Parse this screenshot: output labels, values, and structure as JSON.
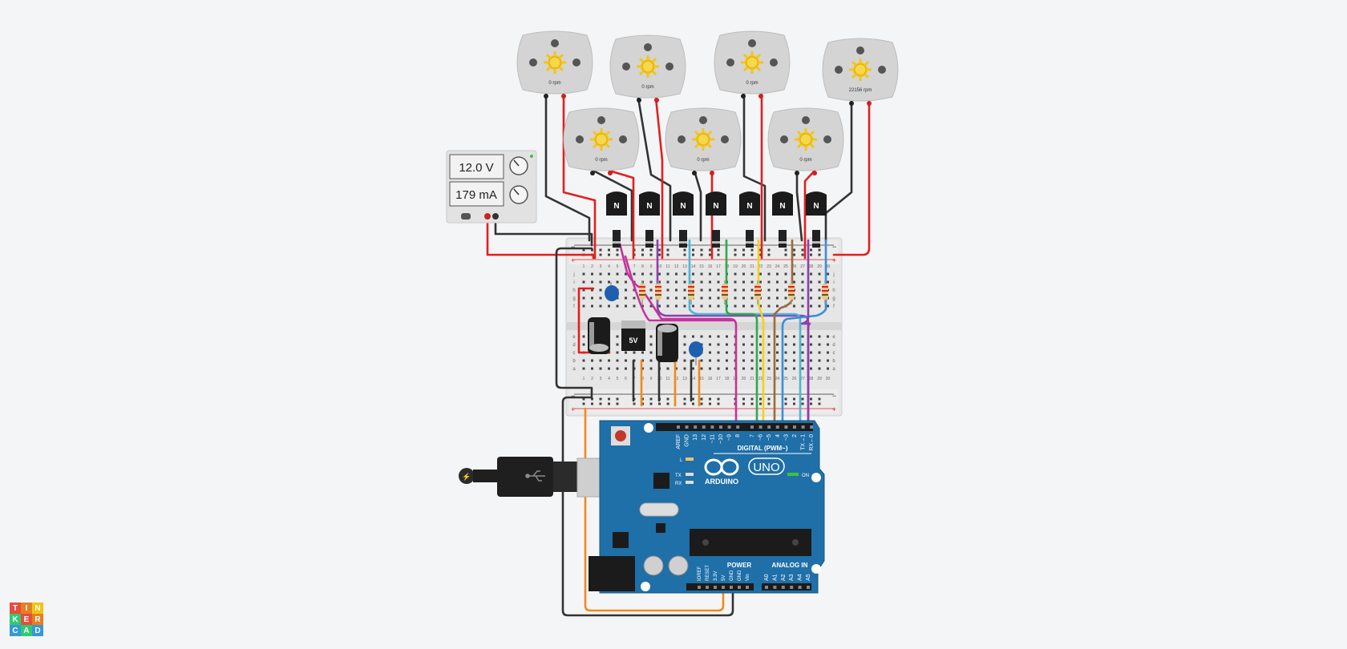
{
  "app": {
    "name": "Tinkercad"
  },
  "logo": {
    "letters": [
      "T",
      "I",
      "N",
      "K",
      "E",
      "R",
      "C",
      "A",
      "D"
    ],
    "colors": [
      "#e74c3c",
      "#e67e22",
      "#f1c40f",
      "#2ecc71",
      "#e74c3c",
      "#e67e22",
      "#3498db",
      "#2ecc71",
      "#3498db"
    ]
  },
  "power_supply": {
    "voltage": "12.0 V",
    "current": "179 mA"
  },
  "motors": [
    {
      "rpm_label": "0 rpm"
    },
    {
      "rpm_label": "0 rpm"
    },
    {
      "rpm_label": "0 rpm"
    },
    {
      "rpm_label": "22156 rpm"
    },
    {
      "rpm_label": "0 rpm"
    },
    {
      "rpm_label": "0 rpm"
    },
    {
      "rpm_label": "0 rpm"
    }
  ],
  "transistor_label": "N",
  "regulator_label": "5V",
  "breadboard": {
    "column_numbers": [
      "1",
      "2",
      "3",
      "4",
      "5",
      "6",
      "7",
      "8",
      "9",
      "10",
      "11",
      "12",
      "13",
      "14",
      "15",
      "16",
      "17",
      "18",
      "19",
      "20",
      "21",
      "22",
      "23",
      "24",
      "25",
      "26",
      "27",
      "28",
      "29",
      "30"
    ],
    "row_letters_top": [
      "j",
      "i",
      "h",
      "g",
      "f"
    ],
    "row_letters_bottom": [
      "e",
      "d",
      "c",
      "b",
      "a"
    ]
  },
  "arduino": {
    "board_name": "UNO",
    "brand": "ARDUINO",
    "digital_header_label": "DIGITAL (PWM~)",
    "digital_pins": [
      "AREF",
      "GND",
      "13",
      "12",
      "~11",
      "~10",
      "~9",
      "8",
      "7",
      "~6",
      "~5",
      "4",
      "~3",
      "2",
      "TX→1",
      "RX←0"
    ],
    "power_header_label": "POWER",
    "power_pins": [
      "IOREF",
      "RESET",
      "3.3V",
      "5V",
      "GND",
      "GND",
      "Vin"
    ],
    "analog_header_label": "ANALOG IN",
    "analog_pins": [
      "A0",
      "A1",
      "A2",
      "A3",
      "A4",
      "A5"
    ],
    "on_label": "ON",
    "led_labels": {
      "l": "L",
      "tx": "TX",
      "rx": "RX"
    }
  },
  "colors": {
    "board_blue": "#1f6fa8",
    "wire_red": "#e02020",
    "wire_black": "#333333",
    "wire_orange": "#f08a1c"
  }
}
